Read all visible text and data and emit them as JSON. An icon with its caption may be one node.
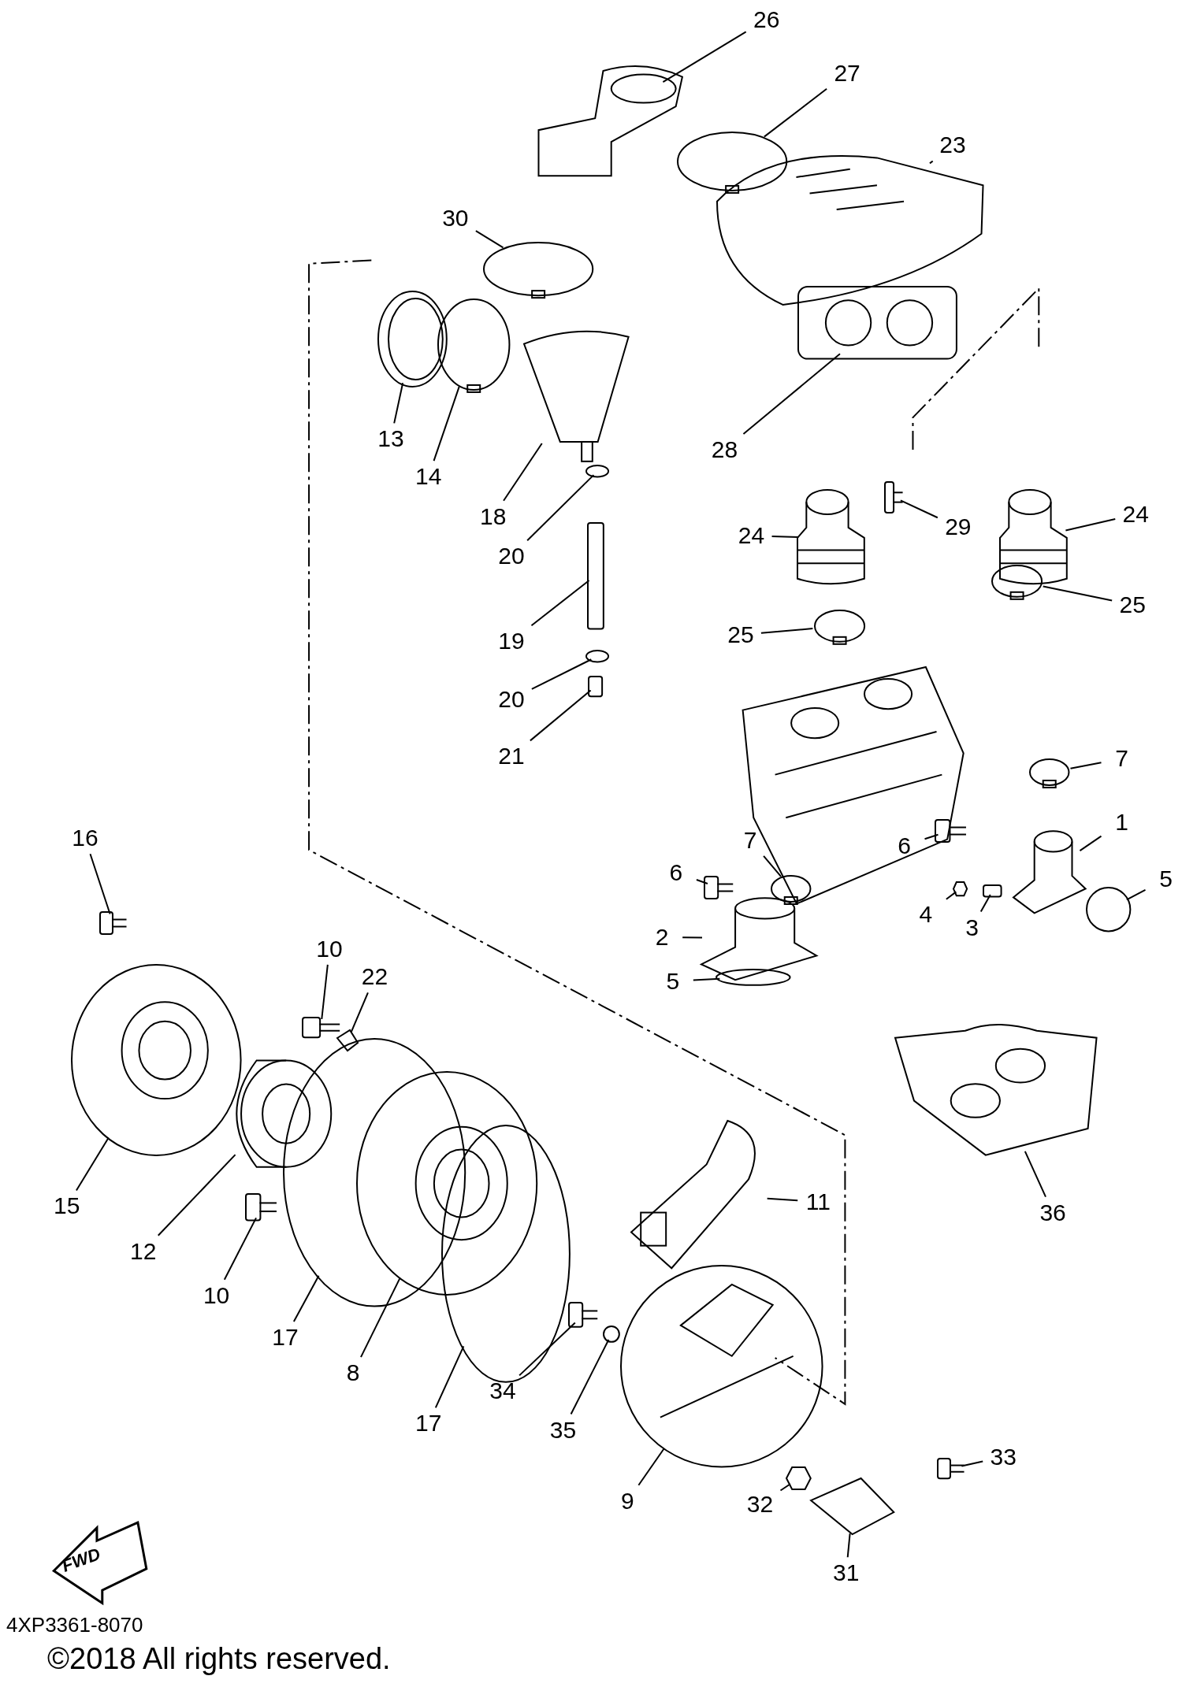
{
  "diagram": {
    "nodes": [
      {
        "text": [
          "26"
        ]
      },
      {
        "text": [],
        "shape": "picture"
      },
      {
        "text": [
          "27"
        ]
      },
      {
        "text": [],
        "shape": "circle"
      },
      {
        "text": [
          "23"
        ]
      },
      {
        "text": [],
        "shape": "picture"
      },
      {
        "text": [
          "30"
        ]
      },
      {
        "text": [],
        "shape": "circle"
      },
      {
        "text": [
          "13"
        ]
      },
      {
        "text": [],
        "shape": "picture"
      },
      {
        "text": [
          "14"
        ]
      },
      {
        "text": [],
        "shape": "circle"
      },
      {
        "text": [
          "18"
        ]
      },
      {
        "text": [],
        "shape": "picture"
      },
      {
        "text": [
          "28"
        ]
      },
      {
        "text": [],
        "shape": "picture"
      },
      {
        "text": [
          "20"
        ]
      },
      {
        "text": [],
        "shape": "circle"
      },
      {
        "text": [
          "29"
        ]
      },
      {
        "text": [],
        "shape": "picture"
      },
      {
        "text": [
          "24"
        ]
      },
      {
        "text": [],
        "shape": "picture"
      },
      {
        "text": [
          "24"
        ]
      },
      {
        "text": [],
        "shape": "picture"
      },
      {
        "text": [
          "19"
        ]
      },
      {
        "text": [],
        "shape": "bar"
      },
      {
        "text": [
          "25"
        ]
      },
      {
        "text": [],
        "shape": "circle"
      },
      {
        "text": [
          "25"
        ]
      },
      {
        "text": [],
        "shape": "circle"
      },
      {
        "text": [
          "20"
        ]
      },
      {
        "text": [],
        "shape": "circle"
      },
      {
        "text": [
          "21"
        ]
      },
      {
        "text": [],
        "shape": "box"
      },
      {
        "text": [
          "7"
        ]
      },
      {
        "text": [],
        "shape": "circle"
      },
      {
        "text": [
          "7"
        ]
      },
      {
        "text": [],
        "shape": "circle"
      },
      {
        "text": [
          "6"
        ]
      },
      {
        "text": [],
        "shape": "picture"
      },
      {
        "text": [
          "1"
        ]
      },
      {
        "text": [],
        "shape": "picture"
      },
      {
        "text": [
          "6"
        ]
      },
      {
        "text": [],
        "shape": "picture"
      },
      {
        "text": [
          "4"
        ]
      },
      {
        "text": [],
        "shape": "picture"
      },
      {
        "text": [
          "3"
        ]
      },
      {
        "text": [],
        "shape": "box"
      },
      {
        "text": [
          "5"
        ]
      },
      {
        "text": [],
        "shape": "circle"
      },
      {
        "text": [
          "16"
        ]
      },
      {
        "text": [],
        "shape": "picture"
      },
      {
        "text": [
          "2"
        ]
      },
      {
        "text": [],
        "shape": "picture"
      },
      {
        "text": [
          "5"
        ]
      },
      {
        "text": [],
        "shape": "circle"
      },
      {
        "text": [
          "10"
        ]
      },
      {
        "text": [],
        "shape": "picture"
      },
      {
        "text": [
          "22"
        ]
      },
      {
        "text": [],
        "shape": "picture"
      },
      {
        "text": [
          "15"
        ]
      },
      {
        "text": [],
        "shape": "picture"
      },
      {
        "text": [
          "12"
        ]
      },
      {
        "text": [],
        "shape": "picture"
      },
      {
        "text": [
          "11"
        ]
      },
      {
        "text": [],
        "shape": "picture"
      },
      {
        "text": [
          "17"
        ]
      },
      {
        "text": [],
        "shape": "circle"
      },
      {
        "text": [
          "8"
        ]
      },
      {
        "text": [],
        "shape": "picture"
      },
      {
        "text": [
          "17"
        ]
      },
      {
        "text": [],
        "shape": "circle"
      },
      {
        "text": [
          "10"
        ]
      },
      {
        "text": [],
        "shape": "picture"
      },
      {
        "text": [
          "36"
        ]
      },
      {
        "text": [],
        "shape": "picture"
      },
      {
        "text": [
          "34"
        ]
      },
      {
        "text": [],
        "shape": "picture"
      },
      {
        "text": [
          "35"
        ]
      },
      {
        "text": [],
        "shape": "circle"
      },
      {
        "text": [
          "9"
        ]
      },
      {
        "text": [],
        "shape": "picture"
      },
      {
        "text": [
          "33"
        ]
      },
      {
        "text": [],
        "shape": "picture"
      },
      {
        "text": [
          "32"
        ]
      },
      {
        "text": [],
        "shape": "picture"
      },
      {
        "text": [
          "31"
        ]
      },
      {
        "text": [],
        "shape": "picture"
      }
    ],
    "edges": [
      {
        "from": 0,
        "to": 1,
        "arrow": "none"
      },
      {
        "from": 2,
        "to": 3,
        "arrow": "none"
      },
      {
        "from": 4,
        "to": 5,
        "arrow": "none"
      },
      {
        "from": 6,
        "to": 7,
        "arrow": "none"
      },
      {
        "from": 8,
        "to": 9,
        "arrow": "none"
      },
      {
        "from": 10,
        "to": 11,
        "arrow": "none"
      },
      {
        "from": 12,
        "to": 13,
        "arrow": "none"
      },
      {
        "from": 14,
        "to": 15,
        "arrow": "none"
      },
      {
        "from": 16,
        "to": 17,
        "arrow": "none"
      },
      {
        "from": 18,
        "to": 19,
        "arrow": "none"
      },
      {
        "from": 20,
        "to": 21,
        "arrow": "none"
      },
      {
        "from": 22,
        "to": 23,
        "arrow": "none"
      },
      {
        "from": 24,
        "to": 25,
        "arrow": "none"
      },
      {
        "from": 26,
        "to": 27,
        "arrow": "none"
      },
      {
        "from": 28,
        "to": 29,
        "arrow": "none"
      },
      {
        "from": 30,
        "to": 31,
        "arrow": "none"
      },
      {
        "from": 32,
        "to": 33,
        "arrow": "none"
      },
      {
        "from": 34,
        "to": 35,
        "arrow": "none"
      },
      {
        "from": 36,
        "to": 37,
        "arrow": "none"
      },
      {
        "from": 38,
        "to": 39,
        "arrow": "none"
      },
      {
        "from": 40,
        "to": 41,
        "arrow": "none"
      },
      {
        "from": 42,
        "to": 43,
        "arrow": "none"
      },
      {
        "from": 44,
        "to": 45,
        "arrow": "none"
      },
      {
        "from": 46,
        "to": 47,
        "arrow": "none"
      },
      {
        "from": 48,
        "to": 49,
        "arrow": "none"
      },
      {
        "from": 50,
        "to": 51,
        "arrow": "none"
      },
      {
        "from": 52,
        "to": 53,
        "arrow": "none"
      },
      {
        "from": 54,
        "to": 55,
        "arrow": "none"
      },
      {
        "from": 56,
        "to": 57,
        "arrow": "none"
      },
      {
        "from": 58,
        "to": 59,
        "arrow": "none"
      },
      {
        "from": 60,
        "to": 61,
        "arrow": "none"
      },
      {
        "from": 62,
        "to": 63,
        "arrow": "none"
      },
      {
        "from": 64,
        "to": 65,
        "arrow": "none"
      },
      {
        "from": 66,
        "to": 67,
        "arrow": "none"
      },
      {
        "from": 68,
        "to": 69,
        "arrow": "none"
      },
      {
        "from": 70,
        "to": 71,
        "arrow": "none"
      },
      {
        "from": 72,
        "to": 73,
        "arrow": "none"
      },
      {
        "from": 74,
        "to": 75,
        "arrow": "none"
      },
      {
        "from": 76,
        "to": 77,
        "arrow": "none"
      },
      {
        "from": 78,
        "to": 79,
        "arrow": "none"
      },
      {
        "from": 80,
        "to": 81,
        "arrow": "none"
      },
      {
        "from": 82,
        "to": 83,
        "arrow": "none"
      },
      {
        "from": 84,
        "to": 85,
        "arrow": "none"
      },
      {
        "from": 86,
        "to": 87,
        "arrow": "none"
      }
    ],
    "labels": [
      "FWD",
      "4XP3361-8070",
      "©2018 All rights reserved."
    ]
  }
}
